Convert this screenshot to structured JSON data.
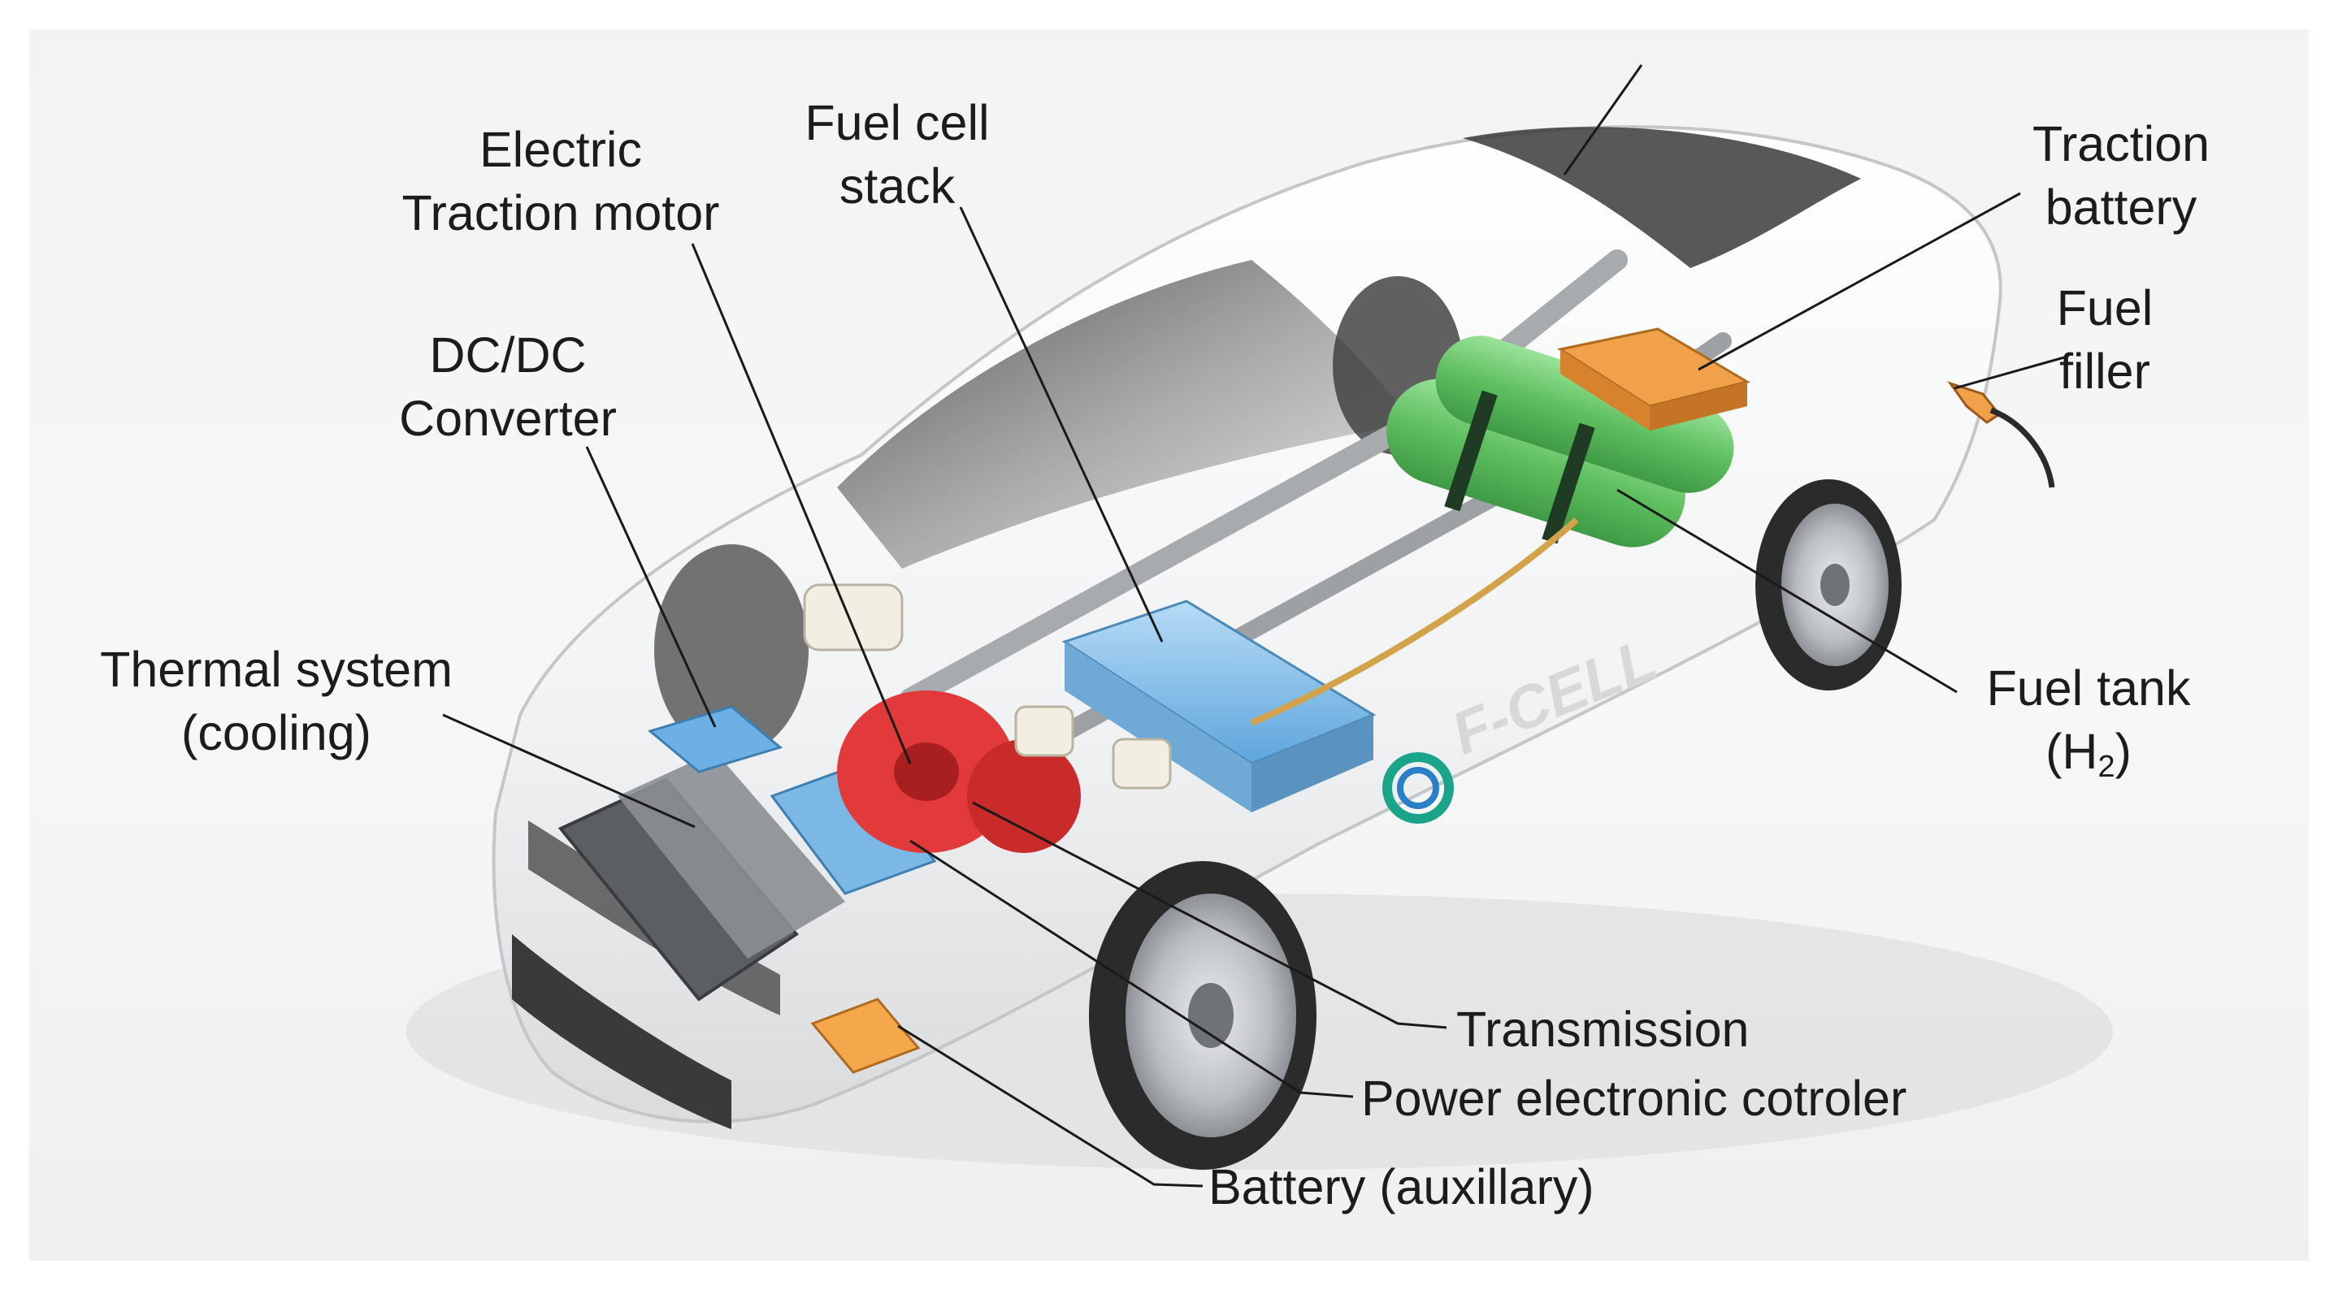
{
  "labels": {
    "traction_motor": [
      "Electric",
      "Traction motor"
    ],
    "fuel_cell_stack": [
      "Fuel cell",
      "stack"
    ],
    "traction_battery": [
      "Traction",
      "battery"
    ],
    "fuel_filler": [
      "Fuel",
      "filler"
    ],
    "dcdc_converter": [
      "DC/DC",
      "Converter"
    ],
    "thermal_system": [
      "Thermal system",
      "(cooling)"
    ],
    "fuel_tank": {
      "line1": "Fuel tank",
      "line2_open": "(H",
      "line2_sub": "2",
      "line2_close": ")"
    },
    "transmission": "Transmission",
    "power_electronic": "Power electronic cotroler",
    "battery_aux": "Battery (auxillary)",
    "car_badge": "F-CELL"
  },
  "colors": {
    "label_text": "#1c1c1c",
    "leader_line": "#1a1a1a",
    "car_body": "#f4f5f6",
    "fuel_tank_green": "#66c266",
    "fuel_cell_blue": "#8fc4ec",
    "motor_red": "#e23a3a",
    "traction_battery_orange": "#f0a14a",
    "aux_battery_orange": "#f5a74b",
    "wheel_dark": "#2b2b2b",
    "rim_silver": "#c9ccd0"
  }
}
